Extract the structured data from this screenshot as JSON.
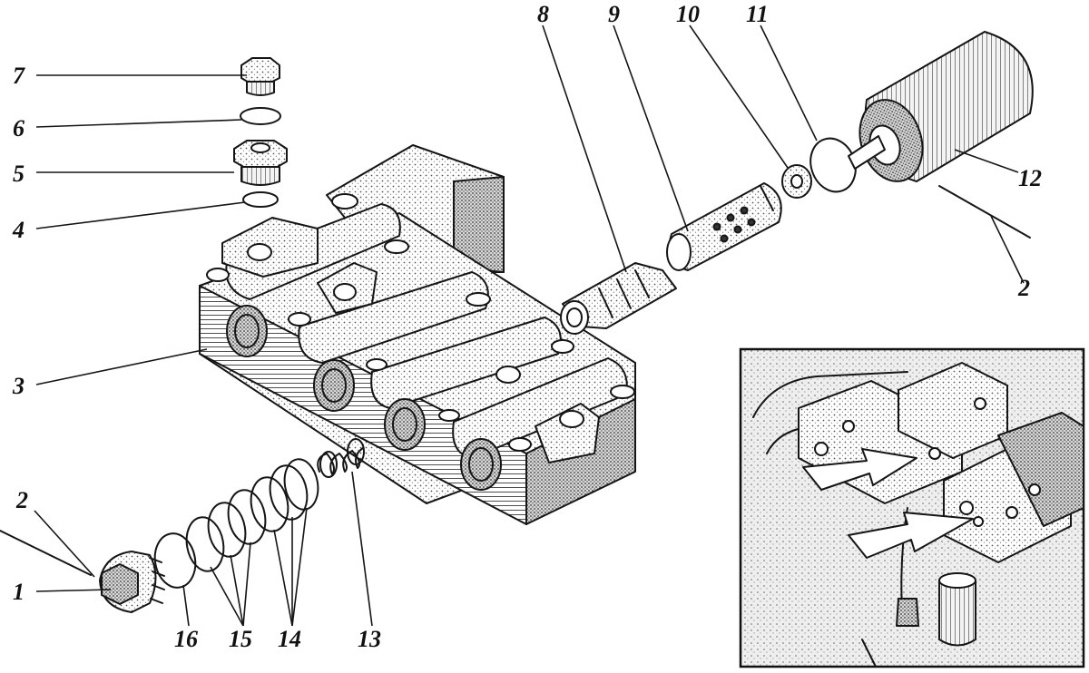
{
  "callouts": {
    "c1": "1",
    "c2a": "2",
    "c2b": "2",
    "c3": "3",
    "c4": "4",
    "c5": "5",
    "c6": "6",
    "c7": "7",
    "c8": "8",
    "c9": "9",
    "c10": "10",
    "c11": "11",
    "c12": "12",
    "c13": "13",
    "c14": "14",
    "c15": "15",
    "c16": "16"
  },
  "colors": {
    "ink": "#151515",
    "paper": "#ffffff",
    "shade": "#8a8a8a",
    "inset_bg": "#f2f2f2"
  }
}
